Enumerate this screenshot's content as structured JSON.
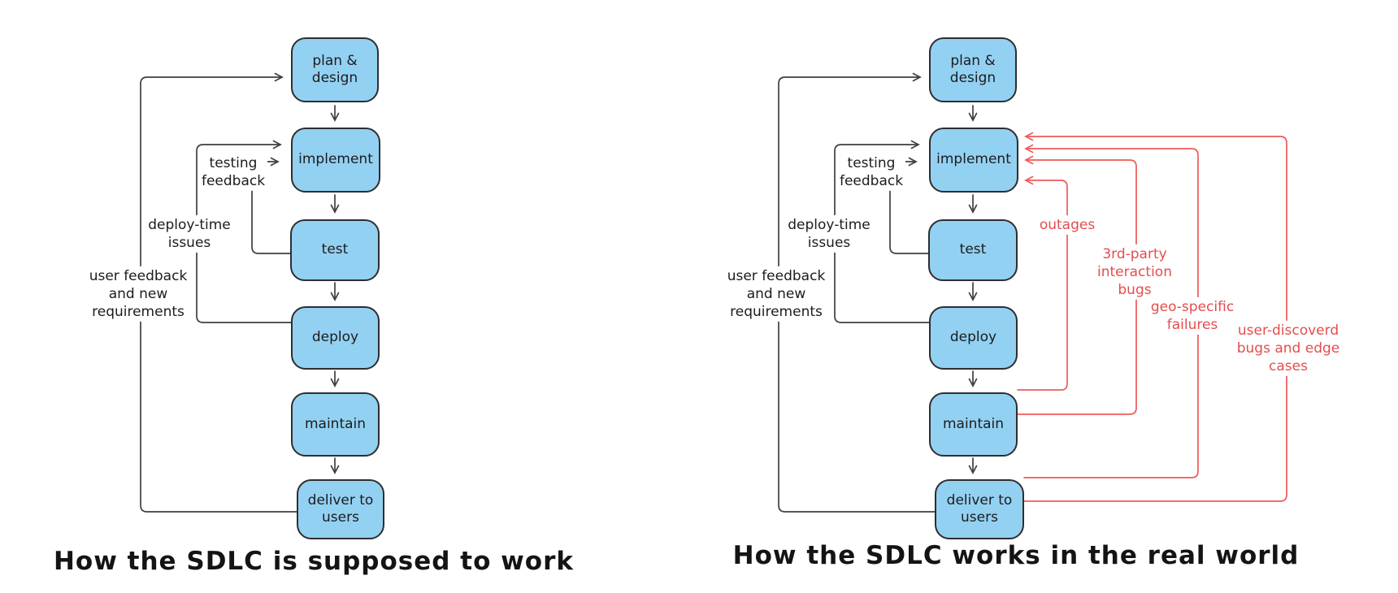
{
  "colors": {
    "background": "#ffffff",
    "node_fill": "#93d1f3",
    "node_stroke": "#2e2e2e",
    "flow_line": "#3f3f3f",
    "failure_line": "#ee5a5a",
    "failure_text": "#e44d4d",
    "text": "#1c1c1c"
  },
  "left": {
    "title": "How the SDLC is supposed to work",
    "nodes": {
      "plan": "plan &\ndesign",
      "implement": "implement",
      "test": "test",
      "deploy": "deploy",
      "maintain": "maintain",
      "deliver": "deliver to\nusers"
    },
    "labels": {
      "testing_feedback": "testing\nfeedback",
      "deploy_time": "deploy-time\nissues",
      "user_feedback": "user feedback\nand new\nrequirements"
    }
  },
  "right": {
    "title": "How the SDLC works in the real world",
    "nodes": {
      "plan": "plan &\ndesign",
      "implement": "implement",
      "test": "test",
      "deploy": "deploy",
      "maintain": "maintain",
      "deliver": "deliver to\nusers"
    },
    "labels": {
      "testing_feedback": "testing\nfeedback",
      "deploy_time": "deploy-time\nissues",
      "user_feedback": "user feedback\nand new\nrequirements",
      "outages": "outages",
      "third_party": "3rd-party\ninteraction\nbugs",
      "geo_specific": "geo-specific\nfailures",
      "user_discovered": "user-discoverd\nbugs and edge cases"
    }
  },
  "edges": {
    "flow": [
      "plan & design -> implement",
      "implement -> test",
      "test -> deploy",
      "deploy -> maintain",
      "maintain -> deliver to users"
    ],
    "feedback_loops": [
      {
        "from": "test",
        "to": "implement",
        "label": "testing feedback"
      },
      {
        "from": "deploy",
        "to": "implement",
        "label": "deploy-time issues"
      },
      {
        "from": "deliver to users",
        "to": "plan & design",
        "label": "user feedback and new requirements"
      }
    ],
    "right_only_failure_loops": [
      {
        "from": "maintain",
        "to": "implement",
        "label": "outages"
      },
      {
        "from": "maintain",
        "to": "implement",
        "label": "3rd-party interaction bugs"
      },
      {
        "from": "deliver to users",
        "to": "implement",
        "label": "geo-specific failures"
      },
      {
        "from": "deliver to users",
        "to": "implement",
        "label": "user-discoverd bugs and edge cases"
      }
    ]
  }
}
